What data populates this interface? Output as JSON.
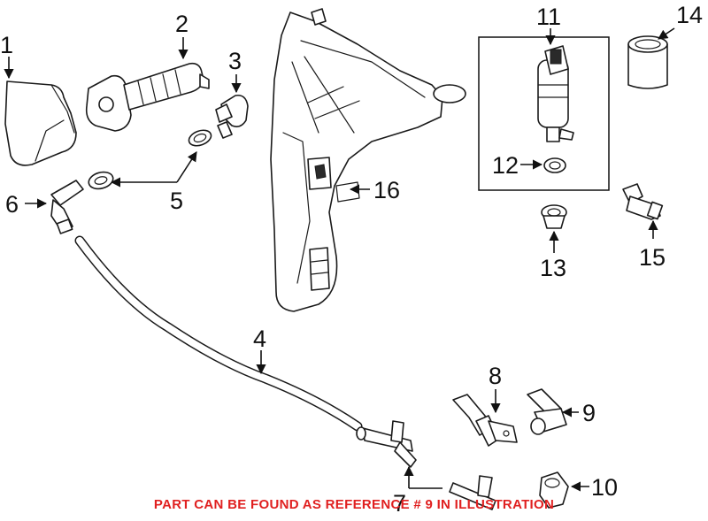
{
  "diagram": {
    "callouts": [
      "1",
      "2",
      "3",
      "4",
      "5",
      "6",
      "7",
      "8",
      "9",
      "10",
      "11",
      "12",
      "13",
      "14",
      "15",
      "16"
    ]
  },
  "footer": {
    "note": "PART CAN BE FOUND AS REFERENCE # 9 IN ILLUSTRATION"
  },
  "colors": {
    "note": "#e02020",
    "line": "#1a1a1a"
  }
}
